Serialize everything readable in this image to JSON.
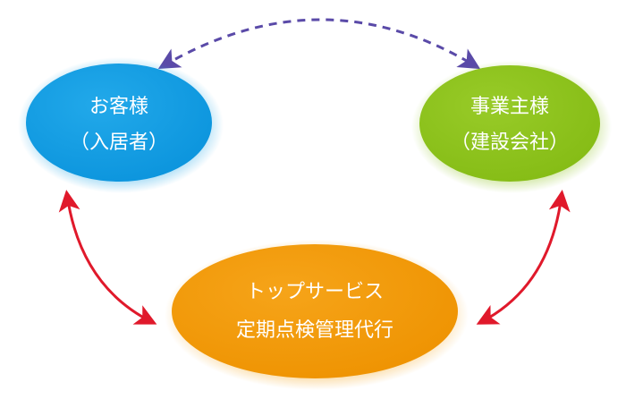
{
  "nodes": {
    "customer": {
      "line1": "お客様",
      "line2": "（入居者）",
      "color": "#0a9ae0"
    },
    "owner": {
      "line1": "事業主様",
      "line2": "（建設会社）",
      "color": "#8cc21c"
    },
    "service": {
      "line1": "トップサービス",
      "line2": "定期点検管理代行",
      "color": "#f39a00"
    }
  },
  "connectors": {
    "customer_owner": {
      "style": "dashed",
      "color": "#5a4aa8"
    },
    "customer_service": {
      "style": "solid",
      "color": "#e0192b"
    },
    "owner_service": {
      "style": "solid",
      "color": "#e0192b"
    }
  }
}
